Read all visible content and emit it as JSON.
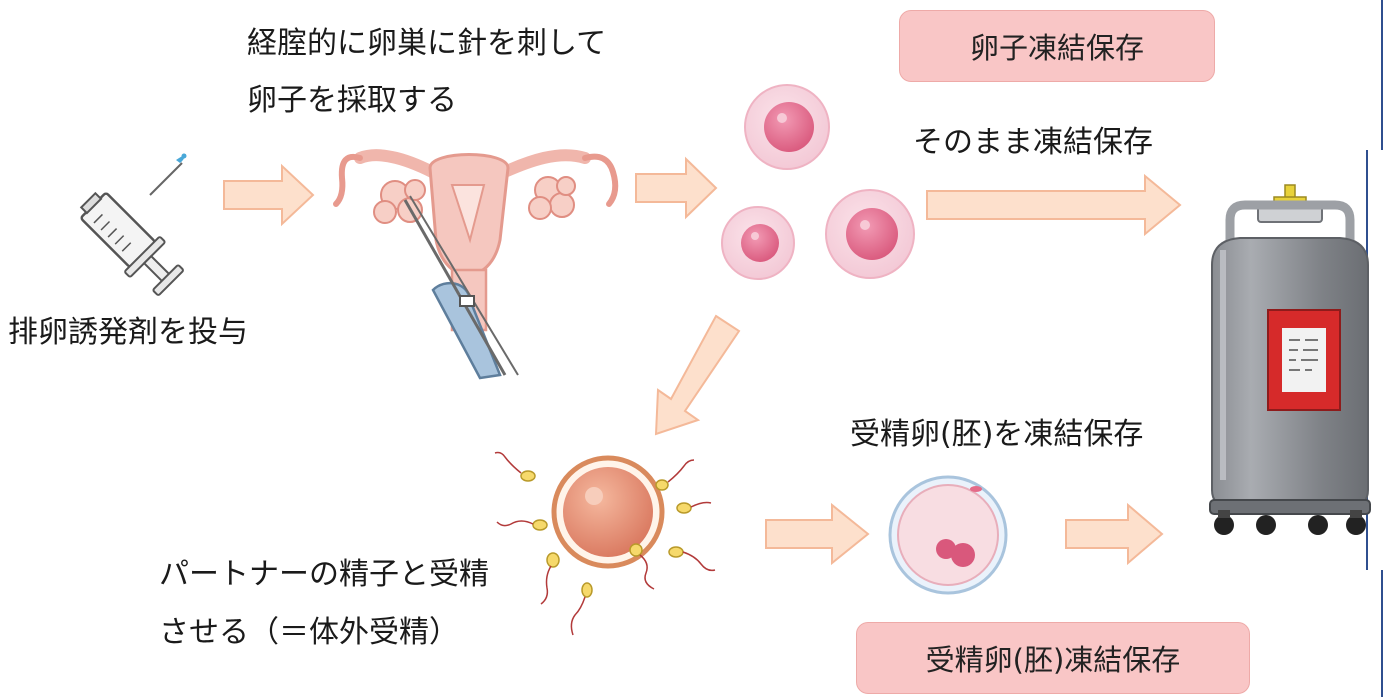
{
  "texts": {
    "needle_line1": "経腟的に卵巣に針を刺して",
    "needle_line2": "卵子を採取する",
    "ovulation": "排卵誘発剤を投与",
    "egg_freeze_badge": "卵子凍結保存",
    "egg_freeze_sub": "そのまま凍結保存",
    "embryo_freeze_label": "受精卵(胚)を凍結保存",
    "fertilize_line1": "パートナーの精子と受精",
    "fertilize_line2": "させる（＝体外受精）",
    "embryo_freeze_badge": "受精卵(胚)凍結保存"
  },
  "colors": {
    "arrow_fill": "#fde0cc",
    "arrow_stroke": "#f4b999",
    "badge_fill": "#f9c6c6",
    "egg_pink": "#e06a8a",
    "tank_gray": "#8e9196",
    "tank_label": "#d62a2a",
    "valve_yellow": "#e8d23a"
  },
  "icons": [
    "syringe-icon",
    "uterus-icon",
    "egg-cell-icon",
    "sperm-egg-icon",
    "embryo-icon",
    "cryo-tank-icon"
  ]
}
